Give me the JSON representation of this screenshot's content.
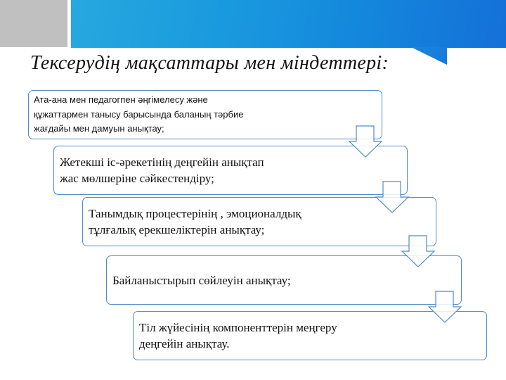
{
  "header": {
    "colors": {
      "grey_block": "#c0c0c0",
      "band_left": "#27a8df",
      "band_right": "#1470d8"
    }
  },
  "title": "Тексерудің мақсаттары мен міндеттері:",
  "flow": {
    "border_color": "#4f8cc4",
    "arrow_color": "#4f8cc4",
    "steps": [
      {
        "lines": [
          "Ата-ана мен педагогпен әңгімелесу және",
          "құжаттармен танысу барысында баланың тәрбие",
          "жағдайы мен дамуын анықтау;"
        ]
      },
      {
        "lines": [
          "Жетекші іс-әрекетінің деңгейін анықтап",
          "жас мөлшеріне сәйкестендіру;"
        ]
      },
      {
        "lines": [
          "Танымдық процестерінің , эмоционалдық",
          "тұлғалық ерекшеліктерін анықтау;"
        ]
      },
      {
        "lines": [
          "Байланыстырып сөйлеуін анықтау;"
        ]
      },
      {
        "lines": [
          "Тіл жүйесінің компоненттерін меңгеру",
          "деңгейін анықтау."
        ]
      }
    ],
    "arrows": [
      {
        "icon": "down-arrow-icon"
      },
      {
        "icon": "down-arrow-icon"
      },
      {
        "icon": "down-arrow-icon"
      },
      {
        "icon": "down-arrow-icon"
      }
    ]
  }
}
